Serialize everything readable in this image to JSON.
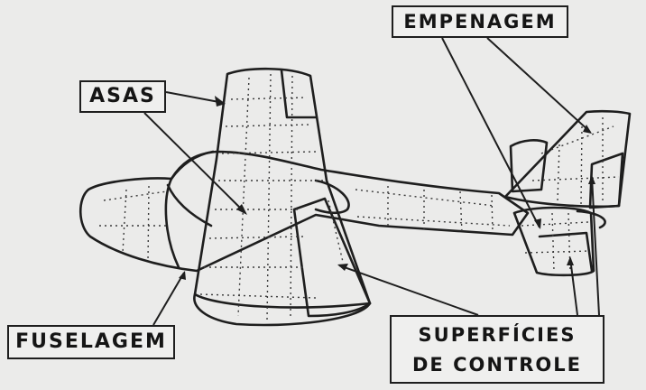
{
  "labels": {
    "empenagem": "EMPENAGEM",
    "asas": "ASAS",
    "fuselagem": "FUSELAGEM",
    "superficies_line1": "SUPERFÍCIES",
    "superficies_line2": "DE CONTROLE"
  },
  "colors": {
    "ink": "#1e1e1e",
    "paper": "#ebebea"
  }
}
